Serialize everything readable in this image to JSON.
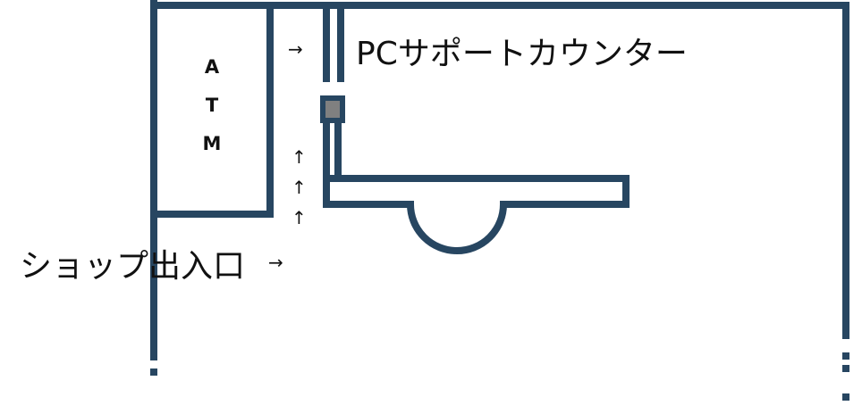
{
  "colors": {
    "wall": "#274661",
    "pillar_fill": "#808080",
    "text": "#111111",
    "background": "#ffffff"
  },
  "labels": {
    "counter": "PCサポートカウンター",
    "entrance": "ショップ出入口",
    "atm": [
      "A",
      "T",
      "M"
    ]
  },
  "arrows": {
    "counter_pointer": "→",
    "entrance_pointer": "→",
    "path_up": [
      "↑",
      "↑",
      "↑"
    ]
  }
}
